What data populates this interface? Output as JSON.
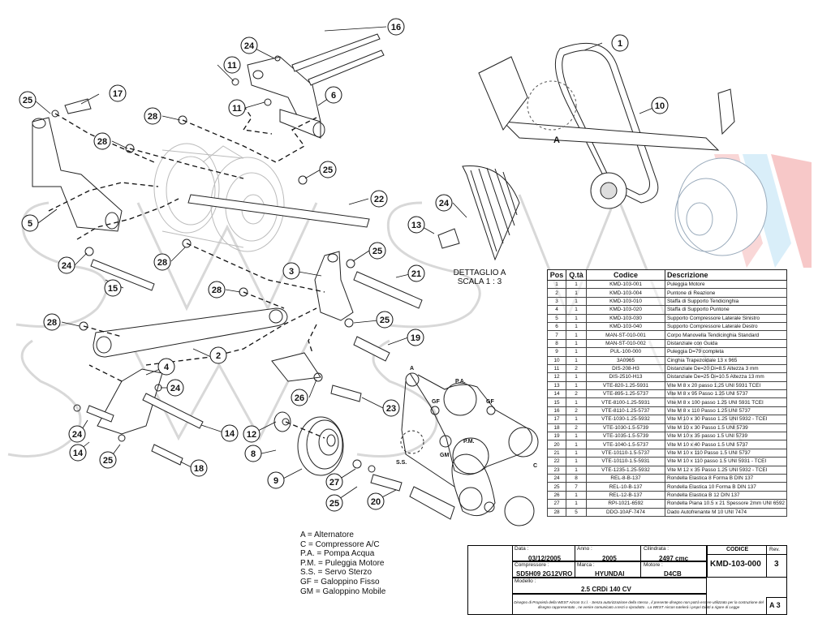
{
  "legend": [
    "A = Alternatore",
    "C = Compressore A/C",
    "P.A. = Pompa Acqua",
    "P.M. = Puleggia Motore",
    "S.S. = Servo Sterzo",
    "GF = Galoppino Fisso",
    "GM = Galoppino Mobile"
  ],
  "detail": {
    "title": "DETTAGLIO A",
    "scale": "SCALA 1 : 3",
    "letter": "A"
  },
  "belt_labels": {
    "a": "A",
    "pa": "P.A.",
    "gf1": "GF",
    "gf2": "GF",
    "gm": "GM",
    "pm": "P.M.",
    "ss": "S.S.",
    "c": "C"
  },
  "bom": {
    "headers": [
      "Pos",
      "Q.tà",
      "Codice",
      "Descrizione"
    ],
    "rows": [
      [
        "1",
        "1",
        "KMD-103-001",
        "Puleggia Motore"
      ],
      [
        "2",
        "1",
        "KMD-103-004",
        "Puntone di Reazione"
      ],
      [
        "3",
        "1",
        "KMD-103-010",
        "Staffa di Supporto Tendicinghia"
      ],
      [
        "4",
        "1",
        "KMD-103-020",
        "Staffa di Supporto Puntone"
      ],
      [
        "5",
        "1",
        "KMD-103-030",
        "Supporto Compressore Laterale Sinistro"
      ],
      [
        "6",
        "1",
        "KMD-103-040",
        "Supporto Compressore Laterale Destro"
      ],
      [
        "7",
        "1",
        "MAN-ST-010-001",
        "Corpo Manovella Tendicinghia Standard"
      ],
      [
        "8",
        "1",
        "MAN-ST-010-002",
        "Distanziale con Guida"
      ],
      [
        "9",
        "1",
        "PUL-100-000",
        "Puleggia D=79 completa"
      ],
      [
        "10",
        "1",
        "3A0965",
        "Cinghia Trapezoidale 13 x 965"
      ],
      [
        "11",
        "2",
        "DIS-208-H3",
        "Distanziale De=20 Di=8.5 Altezza 3 mm"
      ],
      [
        "12",
        "1",
        "DIS-2510-H13",
        "Distanziale De=25 Di=10.5 Altezza 13 mm"
      ],
      [
        "13",
        "1",
        "VTE-820-1.25-5931",
        "Vite M 8 x 20 passo 1.25 UNI 5931 TCEI"
      ],
      [
        "14",
        "2",
        "VTE-895-1.25-5737",
        "Vite M 8 x 95 Passo 1.25 UNI 5737"
      ],
      [
        "15",
        "1",
        "VTE-8100-1.25-5931",
        "Vite M 8 x 100 passo 1.25 UNI 5931 TCEI"
      ],
      [
        "16",
        "2",
        "VTE-8110-1.25-5737",
        "Vite M 8 x 110 Passo 1.25 UNI 5737"
      ],
      [
        "17",
        "1",
        "VTE-1030-1.25-5932",
        "Vite M 10 x 30 Passo 1.25 UNI 5932 - TCEI"
      ],
      [
        "18",
        "2",
        "VTE-1030-1.5-5739",
        "Vite M 10 x 30 Passo 1.5 UNI 5739"
      ],
      [
        "19",
        "1",
        "VTE-1035-1.5-5739",
        "Vite M 10 x 35 passo 1.5 UNI 5739"
      ],
      [
        "20",
        "1",
        "VTE-1040-1.5-5737",
        "Vite M 10 x 40 Passo 1.5 UNI 5737"
      ],
      [
        "21",
        "1",
        "VTE-10110-1.5-5737",
        "Vite M 10 x 110 Passo 1.5 UNI 5737"
      ],
      [
        "22",
        "1",
        "VTE-10110-1.5-5931",
        "Vite M 10 x 110 passo 1.5 UNI 5931 - TCEI"
      ],
      [
        "23",
        "1",
        "VTE-1235-1.25-5932",
        "Vite M 12 x 35 Passo 1.25 UNI 5932 - TCEI"
      ],
      [
        "24",
        "8",
        "REL-8-B-137",
        "Rondella Elastica 8 Forma B DIN 137"
      ],
      [
        "25",
        "7",
        "REL-10-B-137",
        "Rondella Elastica 10 Forma B DIN 137"
      ],
      [
        "26",
        "1",
        "REL-12-B-137",
        "Rondella Elastica B 12 DIN 137"
      ],
      [
        "27",
        "1",
        "RPI-1021-6592",
        "Rondella Piana 10.5 x 21 Spessore 2mm UNI 6592"
      ],
      [
        "28",
        "5",
        "DDO-10AF-7474",
        "Dado Autofrenante M 10 UNI 7474"
      ]
    ]
  },
  "title_block": {
    "data_label": "Data :",
    "data": "03/12/2005",
    "anno_label": "Anno :",
    "anno": "2005",
    "cilindrata_label": "Cilindrata :",
    "cilindrata": "2497 cmc",
    "codice_label": "CODICE",
    "codice": "KMD-103-000",
    "rev_label": "Rev.",
    "rev": "3",
    "compressore_label": "Compressore :",
    "compressore": "SD5H09 2G12VRO",
    "marca_label": "Marca :",
    "marca": "HYUNDAI",
    "motore_label": "Motore :",
    "motore": "D4CB",
    "modello_label": "Modello :",
    "modello": "2.5 CRDi 140 CV",
    "format": "A 3",
    "disclaimer": "Disegno di Proprietà della WEST Aircon S.r.l. - Senza autorizzazione della stessa , il presente disegno non potrà essere utilizzato per la costruzione del disegno rappresentato , ne venire comunicato a terzi o riprodotto . La WEST Aircon tutelerà i propri Diritti a rigore di Legge"
  },
  "callouts": [
    "1",
    "2",
    "3",
    "4",
    "5",
    "6",
    "8",
    "9",
    "10",
    "11",
    "12",
    "13",
    "14",
    "15",
    "16",
    "17",
    "18",
    "19",
    "20",
    "21",
    "22",
    "23",
    "24",
    "25",
    "26",
    "27",
    "28"
  ],
  "watermark": "SWS"
}
